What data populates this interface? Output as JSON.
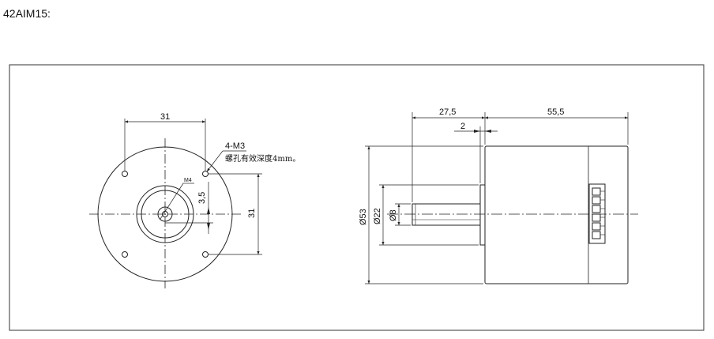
{
  "heading": "42AIM15:",
  "front_view": {
    "dim_top_width": "31",
    "dim_right_height": "31",
    "dim_offset": "3,5",
    "label_m4": "M4",
    "callout_title": "4-M3",
    "callout_note": "螺孔有效深度4mm。"
  },
  "side_view": {
    "dim_shaft_length": "27,5",
    "dim_body_length": "55,5",
    "dim_flange": "2",
    "dim_body_dia": "Ø53",
    "dim_pilot_dia": "Ø22",
    "dim_shaft_dia": "Ø8"
  },
  "colors": {
    "line": "#222222",
    "frame": "#333333"
  }
}
